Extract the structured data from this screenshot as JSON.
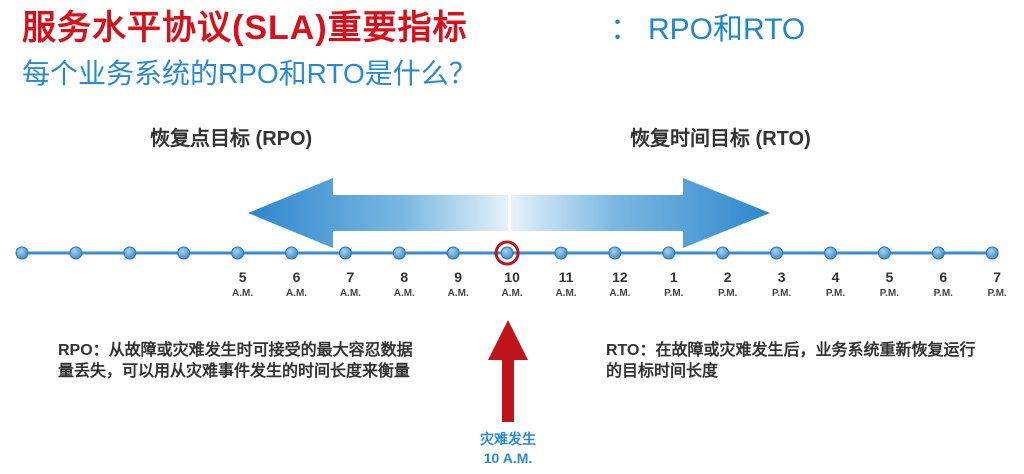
{
  "title": {
    "main": "服务水平协议(SLA)重要指标",
    "separator": "：",
    "tail": "RPO和RTO"
  },
  "subtitle": "每个业务系统的RPO和RTO是什么？",
  "sections": {
    "rpo_label": "恢复点目标 (RPO)",
    "rto_label": "恢复时间目标 (RTO)"
  },
  "timeline": {
    "ticks": [
      {
        "num": "5",
        "ampm": "A.M."
      },
      {
        "num": "6",
        "ampm": "A.M."
      },
      {
        "num": "7",
        "ampm": "A.M."
      },
      {
        "num": "8",
        "ampm": "A.M."
      },
      {
        "num": "9",
        "ampm": "A.M."
      },
      {
        "num": "10",
        "ampm": "A.M."
      },
      {
        "num": "11",
        "ampm": "A.M."
      },
      {
        "num": "12",
        "ampm": "A.M."
      },
      {
        "num": "1",
        "ampm": "P.M."
      },
      {
        "num": "2",
        "ampm": "P.M."
      },
      {
        "num": "3",
        "ampm": "P.M."
      },
      {
        "num": "4",
        "ampm": "P.M."
      },
      {
        "num": "5",
        "ampm": "P.M."
      },
      {
        "num": "6",
        "ampm": "P.M."
      },
      {
        "num": "7",
        "ampm": "P.M."
      }
    ],
    "highlight_index": 5
  },
  "descriptions": {
    "rpo_key": "RPO",
    "rpo_text": "：从故障或灾难发生时可接受的最大容忍数据量丢失，可以用从灾难事件发生的时间长度来衡量",
    "rto_key": "RTO",
    "rto_text": "：在故障或灾难发生后，业务系统重新恢复运行的目标时间长度"
  },
  "disaster": {
    "line1": "灾难发生",
    "line2": "10 A.M."
  },
  "colors": {
    "title_red": "#d7111b",
    "accent_blue": "#2a8ad0",
    "marker_red": "#c0141c"
  }
}
